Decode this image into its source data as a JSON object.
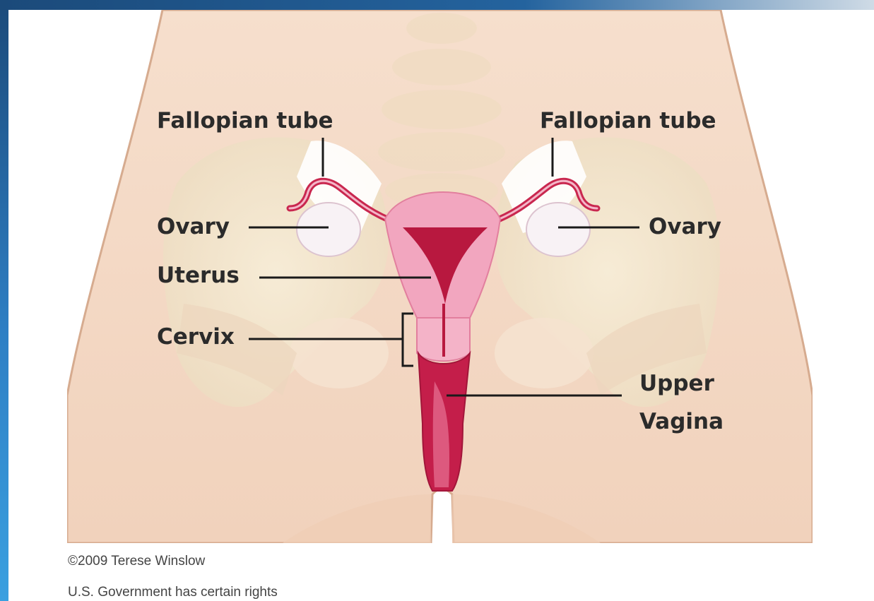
{
  "labels": {
    "fallopian_tube_left": "Fallopian tube",
    "fallopian_tube_right": "Fallopian tube",
    "ovary_left": "Ovary",
    "ovary_right": "Ovary",
    "uterus": "Uterus",
    "cervix": "Cervix",
    "upper_vagina_line1": "Upper",
    "upper_vagina_line2": "Vagina"
  },
  "credits": {
    "copyright": "©2009 Terese Winslow",
    "rights": "U.S. Government has certain rights"
  },
  "colors": {
    "skin": "#f3d9c4",
    "skin_shadow": "#e4bfa4",
    "bone": "#f2e8cf",
    "uterus_pink": "#f2a6bf",
    "uterus_dark": "#b8183f",
    "ovary": "#f7f1f4",
    "leader_line": "#1a1a1a"
  }
}
